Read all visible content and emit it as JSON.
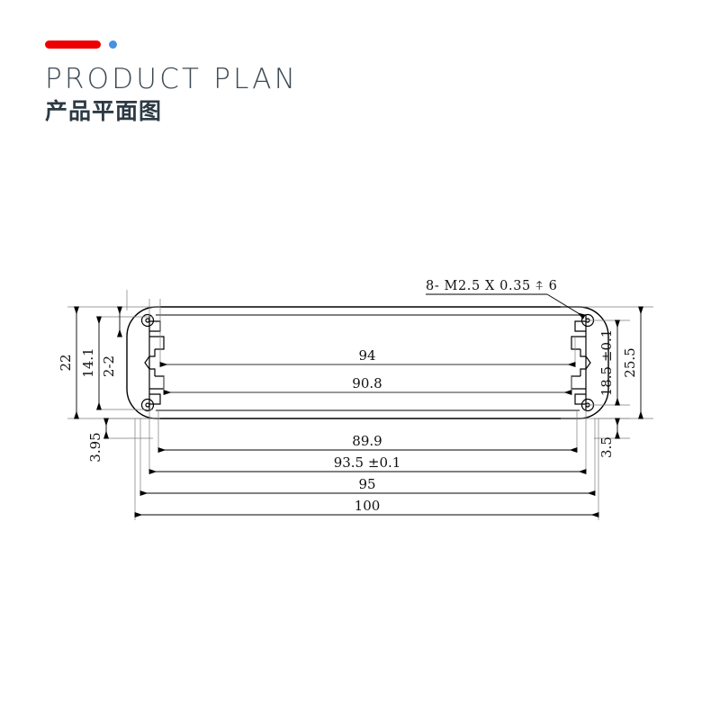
{
  "header": {
    "title_en": "PRODUCT PLAN",
    "title_cn": "产品平面图",
    "accent_bar_color": "#ee0000",
    "accent_dot_color": "#4a90e2"
  },
  "drawing": {
    "line_color": "#000000",
    "thread_callout": "8- M2.5 X 0.35 ⍏ 6",
    "dimensions": {
      "inner_top": "94",
      "inner_second": "90.8",
      "bottom_1": "89.9",
      "bottom_2": "93.5 ±0.1",
      "bottom_3": "95",
      "bottom_4": "100",
      "left_outer": "22",
      "left_inner": "14.1",
      "left_slot": "2-2",
      "left_bottom": "3.95",
      "right_inner": "18.5 ±0.1",
      "right_outer": "25.5",
      "right_bottom": "3.5"
    }
  }
}
